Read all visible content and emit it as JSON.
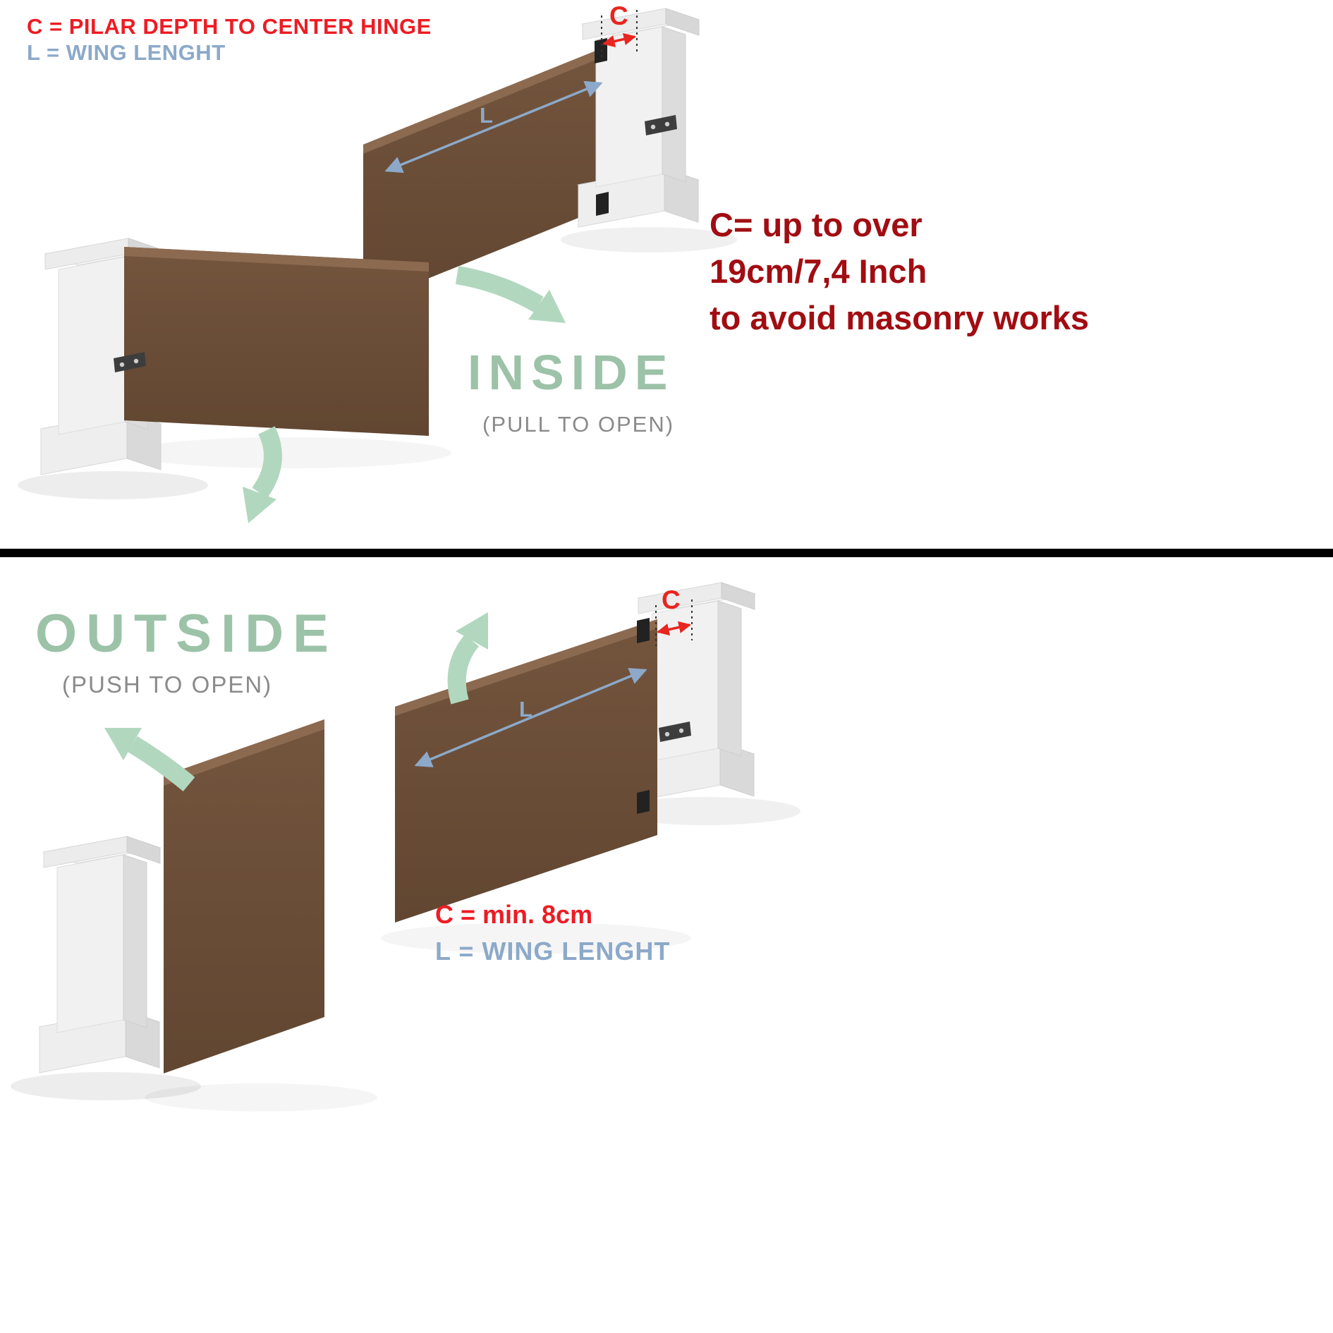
{
  "colors": {
    "accent_red": "#ed1c24",
    "dimension_red": "#e8251f",
    "note_dark_red": "#a10d12",
    "blue_gray": "#8ca9c9",
    "green_title": "#9cc2a8",
    "green_arrow": "#b2d7bf",
    "gray_subtitle": "#8a8a8a",
    "gate_brown": "#6a4d37",
    "divider": "#000000"
  },
  "top_section": {
    "legend": {
      "c": "C = PILAR DEPTH TO CENTER HINGE",
      "l": "L = WING LENGHT"
    },
    "c_label": "C",
    "l_label": "L",
    "title": "INSIDE",
    "subtitle": "(PULL  TO OPEN)",
    "note": {
      "line1": "C= up to over",
      "line2": "19cm/7,4 Inch",
      "line3": "to avoid masonry works"
    }
  },
  "bottom_section": {
    "title": "OUTSIDE",
    "subtitle": "(PUSH TO OPEN)",
    "c_label": "C",
    "l_label": "L",
    "legend": {
      "c": "C = min. 8cm",
      "l": "L = WING LENGHT"
    }
  }
}
